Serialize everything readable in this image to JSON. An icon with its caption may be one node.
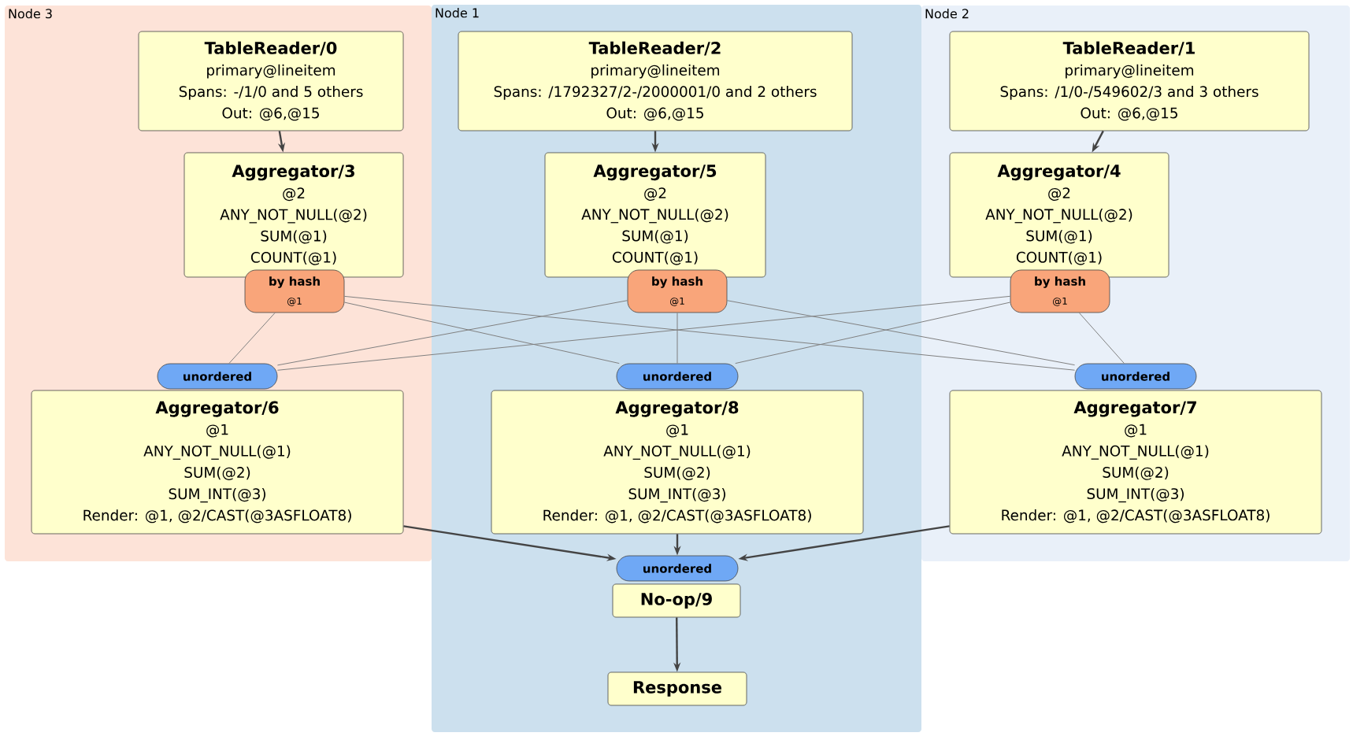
{
  "diagram": {
    "nodes": [
      {
        "text": [
          "Node 3"
        ]
      },
      {
        "text": [
          "Node 1"
        ]
      },
      {
        "text": [
          "Node 2"
        ]
      },
      {
        "text": [
          "TableReader/0",
          "primary@lineitem",
          "Spans: -/1/0 and 5 others",
          "Out: @6,@15"
        ],
        "in": 0
      },
      {
        "text": [
          "TableReader/2",
          "primary@lineitem",
          "Spans: /1792327/2-/2000001/0 and 2 others",
          "Out: @6,@15"
        ],
        "in": 1
      },
      {
        "text": [
          "TableReader/1",
          "primary@lineitem",
          "Spans: /1/0-/549602/3 and 3 others",
          "Out: @6,@15"
        ],
        "in": 2
      },
      {
        "text": [
          "Aggregator/3",
          "@2",
          "ANY_NOT_NULL(@2)",
          "SUM(@1)",
          "COUNT(@1)"
        ],
        "in": 0
      },
      {
        "text": [
          "Aggregator/5",
          "@2",
          "ANY_NOT_NULL(@2)",
          "SUM(@1)",
          "COUNT(@1)"
        ],
        "in": 1
      },
      {
        "text": [
          "Aggregator/4",
          "@2",
          "ANY_NOT_NULL(@2)",
          "SUM(@1)",
          "COUNT(@1)"
        ],
        "in": 2
      },
      {
        "text": [
          "by hash",
          "@1"
        ],
        "in": 0
      },
      {
        "text": [
          "by hash",
          "@1"
        ],
        "in": 1
      },
      {
        "text": [
          "by hash",
          "@1"
        ],
        "in": 2
      },
      {
        "text": [
          "unordered"
        ],
        "in": 0
      },
      {
        "text": [
          "unordered"
        ],
        "in": 1
      },
      {
        "text": [
          "unordered"
        ],
        "in": 2
      },
      {
        "text": [
          "Aggregator/6",
          "@1",
          "ANY_NOT_NULL(@1)",
          "SUM(@2)",
          "SUM_INT(@3)",
          "Render: @1, @2/CAST(@3ASFLOAT8)"
        ],
        "in": 0
      },
      {
        "text": [
          "Aggregator/8",
          "@1",
          "ANY_NOT_NULL(@1)",
          "SUM(@2)",
          "SUM_INT(@3)",
          "Render: @1, @2/CAST(@3ASFLOAT8)"
        ],
        "in": 1
      },
      {
        "text": [
          "Aggregator/7",
          "@1",
          "ANY_NOT_NULL(@1)",
          "SUM(@2)",
          "SUM_INT(@3)",
          "Render: @1, @2/CAST(@3ASFLOAT8)"
        ],
        "in": 2
      },
      {
        "text": [
          "unordered"
        ],
        "in": 1
      },
      {
        "text": [
          "No-op/9"
        ],
        "in": 1
      },
      {
        "text": [
          "Response"
        ],
        "in": 1
      }
    ],
    "edges": [
      {
        "from": 3,
        "to": 6,
        "arrow": "to"
      },
      {
        "from": 4,
        "to": 7,
        "arrow": "to"
      },
      {
        "from": 5,
        "to": 8,
        "arrow": "to"
      },
      {
        "from": 9,
        "to": 12,
        "arrow": "none"
      },
      {
        "from": 9,
        "to": 13,
        "arrow": "none"
      },
      {
        "from": 9,
        "to": 14,
        "arrow": "none"
      },
      {
        "from": 10,
        "to": 12,
        "arrow": "none"
      },
      {
        "from": 10,
        "to": 13,
        "arrow": "none"
      },
      {
        "from": 10,
        "to": 14,
        "arrow": "none"
      },
      {
        "from": 11,
        "to": 12,
        "arrow": "none"
      },
      {
        "from": 11,
        "to": 13,
        "arrow": "none"
      },
      {
        "from": 11,
        "to": 14,
        "arrow": "none"
      },
      {
        "from": 15,
        "to": 18,
        "arrow": "to"
      },
      {
        "from": 16,
        "to": 18,
        "arrow": "to"
      },
      {
        "from": 17,
        "to": 18,
        "arrow": "to"
      },
      {
        "from": 19,
        "to": 20,
        "arrow": "to"
      }
    ]
  }
}
